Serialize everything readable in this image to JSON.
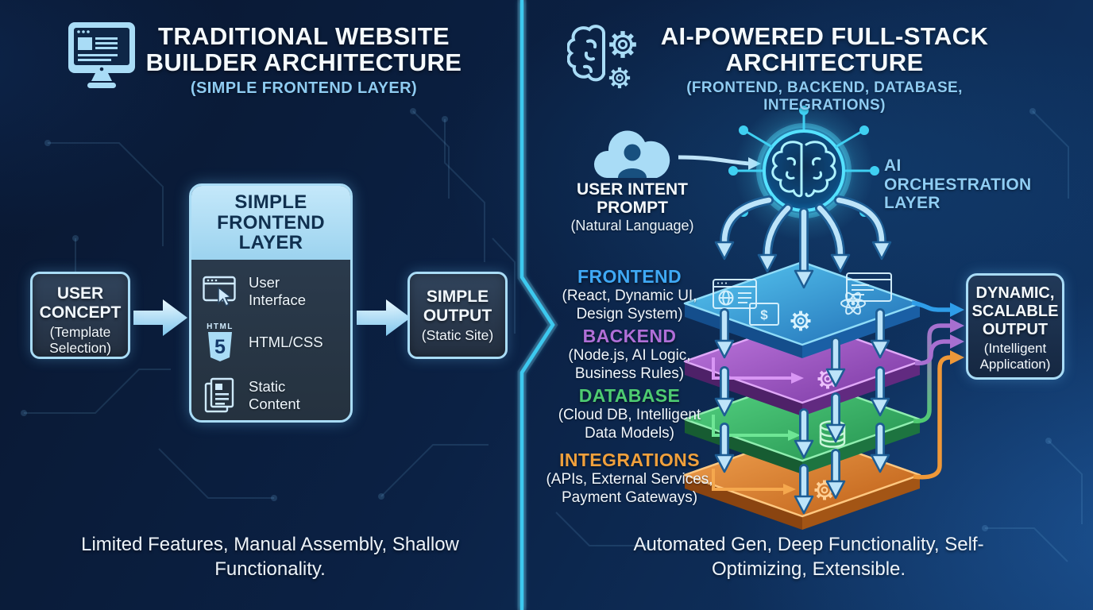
{
  "colors": {
    "background": "#0b2144",
    "divider": "#3cc9ef",
    "accent_light_blue": "#a9dcf6",
    "frontend": "#3fa9f5",
    "backend": "#b06fd8",
    "database": "#4ecb71",
    "integrations": "#f0a03c"
  },
  "left_panel": {
    "header": {
      "icon": "monitor-icon",
      "title": "TRADITIONAL WEBSITE BUILDER ARCHITECTURE",
      "subtitle": "(SIMPLE FRONTEND LAYER)"
    },
    "flow": {
      "user_concept": {
        "title": "USER CONCEPT",
        "subtitle": "(Template Selection)"
      },
      "frontend_layer": {
        "title": "SIMPLE FRONTEND LAYER",
        "items": [
          {
            "icon": "browser-pointer-icon",
            "label": "User Interface"
          },
          {
            "icon": "html5-shield-icon",
            "icon_text": "HTML",
            "icon_number": "5",
            "label": "HTML/CSS"
          },
          {
            "icon": "documents-icon",
            "label": "Static Content"
          }
        ]
      },
      "simple_output": {
        "title": "SIMPLE OUTPUT",
        "subtitle": "(Static Site)"
      }
    },
    "caption": "Limited Features, Manual Assembly, Shallow Functionality."
  },
  "right_panel": {
    "header": {
      "icon": "brain-gears-icon",
      "title": "AI-POWERED FULL-STACK ARCHITECTURE",
      "subtitle": "(FRONTEND, BACKEND, DATABASE, INTEGRATIONS)"
    },
    "user_intent": {
      "icon": "cloud-user-icon",
      "title": "USER INTENT PROMPT",
      "subtitle": "(Natural Language)"
    },
    "ai_orchestration_label": "AI ORCHESTRATION LAYER",
    "stack_layers": [
      {
        "name": "FRONTEND",
        "description": "(React, Dynamic UI, Design System)",
        "color": "#3fa9f5",
        "face_icons": [
          "browser-globe-icon",
          "code-file-icon",
          "gear-icon",
          "react-atom-icon",
          "terminal-window-icon"
        ]
      },
      {
        "name": "BACKEND",
        "description": "(Node.js, AI Logic, Business Rules)",
        "color": "#b06fd8",
        "face_icons": [
          "flow-arrow-icon",
          "gear-icon"
        ]
      },
      {
        "name": "DATABASE",
        "description": "(Cloud DB, Intelligent Data Models)",
        "color": "#4ecb71",
        "face_icons": [
          "flow-arrow-icon",
          "database-icon"
        ]
      },
      {
        "name": "INTEGRATIONS",
        "description": "(APIs, External Services, Payment Gateways)",
        "color": "#f0a03c",
        "face_icons": [
          "flow-arrow-icon",
          "gear-icon"
        ]
      }
    ],
    "dynamic_output": {
      "title": "DYNAMIC, SCALABLE OUTPUT",
      "subtitle": "(Intelligent Application)"
    },
    "caption": "Automated Gen, Deep Functionality, Self-Optimizing, Extensible."
  }
}
